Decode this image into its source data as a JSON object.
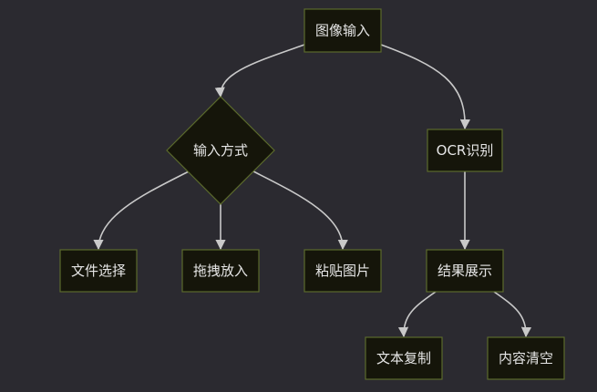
{
  "nodes": {
    "image_input": "图像输入",
    "input_method": "输入方式",
    "ocr_recognition": "OCR识别",
    "file_select": "文件选择",
    "drag_drop": "拖拽放入",
    "paste_image": "粘贴图片",
    "result_display": "结果展示",
    "text_copy": "文本复制",
    "content_clear": "内容清空"
  },
  "colors": {
    "background": "#2b2a30",
    "node_fill": "#15150a",
    "node_border": "#5b6a2c",
    "edge": "#c9c9c9",
    "text": "#e6e6e6"
  }
}
